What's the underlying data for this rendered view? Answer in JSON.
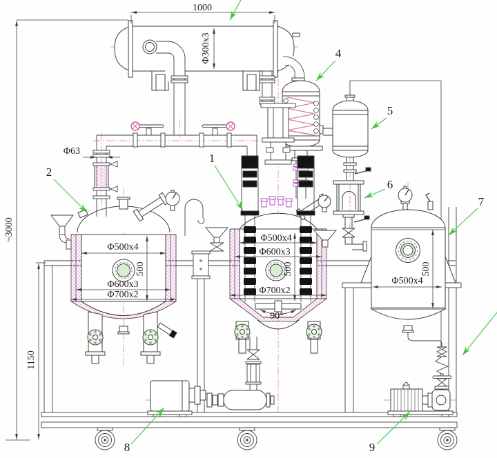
{
  "drawing_type": "process-equipment-assembly-drawing",
  "colors": {
    "line": "#3d3d3d",
    "centerline": "#e2738f",
    "insulation_hatch": "#efb3df",
    "nozzle_magenta": "#bb4ec2",
    "leader_green": "#3ec53e",
    "valve_handle_pink": "#c75f9b",
    "flange_bolt_green": "#7aa878",
    "sightglass_green": "#d8ecd4",
    "actuator_black": "#141414",
    "caster_hub_maroon": "#7a2525"
  },
  "dims": {
    "w1000": "1000",
    "d300": "Φ300x3",
    "d63": "Φ63",
    "h3000": "~3000",
    "h1150": "1150"
  },
  "left_reactor": {
    "d500": "Φ500x4",
    "h500": "500",
    "d600": "Φ600x3",
    "d700": "Φ700x2"
  },
  "center_reactor": {
    "d500": "Φ500x4",
    "d600": "Φ600x3",
    "h500": "500",
    "d700": "Φ700x2",
    "cone": "90°"
  },
  "right_vessel": {
    "h500": "500",
    "d500": "Φ500x4"
  },
  "callouts": {
    "c1": "1",
    "c2": "2",
    "c4": "4",
    "c5": "5",
    "c6": "6",
    "c7": "7",
    "c8": "8",
    "c9": "9"
  }
}
